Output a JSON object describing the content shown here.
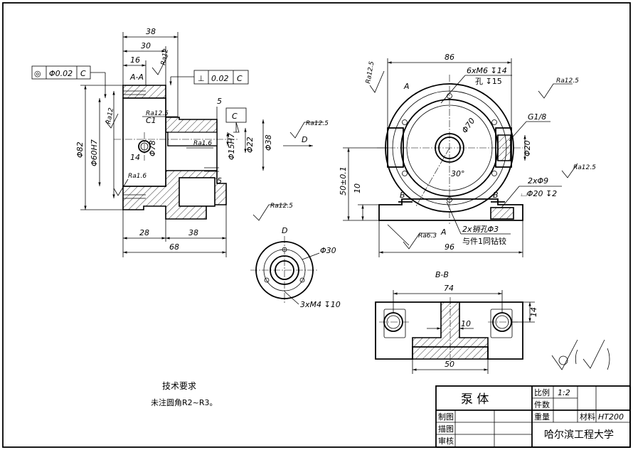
{
  "views": {
    "section_aa": "A-A",
    "section_bb": "B-B",
    "view_d": "D",
    "label_a": "A",
    "label_b": "B",
    "label_c": "C",
    "label_d": "D"
  },
  "dims": {
    "d38": "38",
    "d30": "30",
    "d16": "16",
    "d5a": "5",
    "d5b": "5",
    "d82": "Φ82",
    "d60": "Φ60H7",
    "d78": "Φ78",
    "d14a": "14",
    "d15": "Φ15H7",
    "d22": "Φ22",
    "d38b": "Φ38",
    "d28": "28",
    "d38c": "38",
    "d68": "68",
    "d86": "86",
    "d50": "50±0.1",
    "d10": "10",
    "d96": "96",
    "d70": "Φ70",
    "d20": "Φ20",
    "d30deg": "30°",
    "d74": "74",
    "d14b": "14",
    "d10b": "10",
    "d50b": "50",
    "d30d": "Φ30",
    "c1": "C1"
  },
  "tolerances": {
    "concentricity_symbol": "◎",
    "concentricity_value": "Φ0.02",
    "concentricity_datum": "C",
    "perpendicularity_symbol": "⊥",
    "perpendicularity_value": "0.02",
    "perpendicularity_datum": "C"
  },
  "roughness": {
    "ra125": "Ra12.5",
    "ra12": "Ra12",
    "ra16": "Ra1.6",
    "ra63": "Ra6.3"
  },
  "callouts": {
    "m6": "6xM6 ↧14",
    "m6_hole": "孔 ↧15",
    "g18": "G1/8",
    "phi9": "2xΦ9",
    "cbore": "⌴Φ20 ↧2",
    "pin": "2x销孔Φ3",
    "pin_note": "与件1同钻铰",
    "m4": "3xM4 ↧10"
  },
  "notes": {
    "title": "技术要求",
    "line1": "未注圆角R2~R3。"
  },
  "title_block": {
    "part_name": "泵 体",
    "scale_label": "比例",
    "scale_value": "1:2",
    "qty_label": "件数",
    "weight_label": "重量",
    "material_label": "材料",
    "material_value": "HT200",
    "drawn": "制图",
    "traced": "描图",
    "checked": "审核",
    "school": "哈尔滨工程大学"
  }
}
